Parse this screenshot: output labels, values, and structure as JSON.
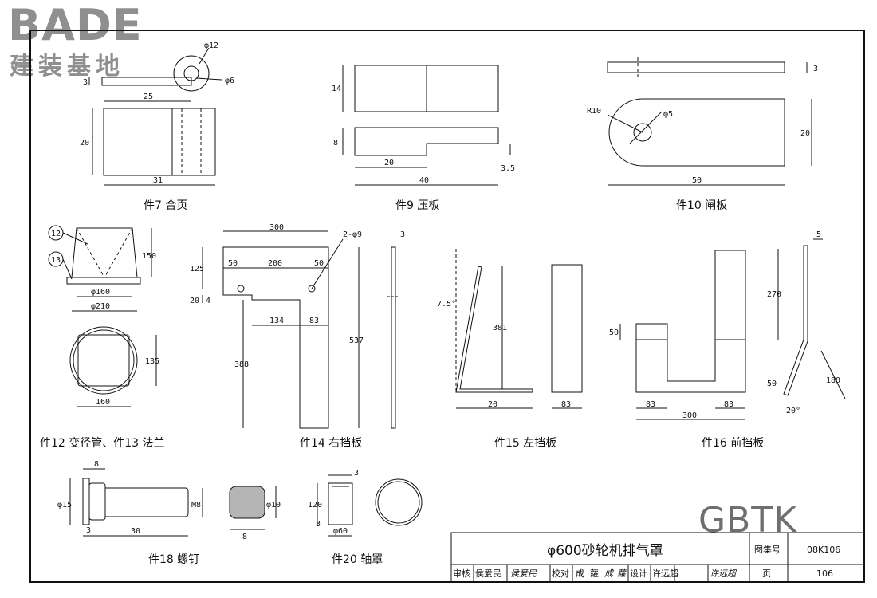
{
  "logo": {
    "main": "BADE",
    "sub": "建装基地"
  },
  "watermark": "GBTK",
  "parts": {
    "p7": {
      "caption": "件7 合页",
      "dims": [
        "φ12",
        "φ6",
        "3",
        "25",
        "20",
        "31"
      ]
    },
    "p9": {
      "caption": "件9 压板",
      "dims": [
        "14",
        "8",
        "20",
        "40",
        "3.5"
      ]
    },
    "p10": {
      "caption": "件10 闸板",
      "dims": [
        "3",
        "R10",
        "φ5",
        "20",
        "50"
      ]
    },
    "p12": {
      "caption": "件12 变径管、件13 法兰",
      "dims": [
        "12",
        "13",
        "150",
        "φ160",
        "φ210",
        "135",
        "160"
      ]
    },
    "p14": {
      "caption": "件14 右挡板",
      "dims": [
        "300",
        "2-φ9",
        "125",
        "50",
        "200",
        "50",
        "20",
        "4",
        "134",
        "83",
        "388",
        "537",
        "3"
      ]
    },
    "p15": {
      "caption": "件15 左挡板",
      "dims": [
        "7.5°",
        "381",
        "20",
        "83"
      ]
    },
    "p16": {
      "caption": "件16 前挡板",
      "dims": [
        "5",
        "270",
        "50",
        "83",
        "83",
        "300",
        "50",
        "180",
        "20°"
      ]
    },
    "p18": {
      "caption": "件18 螺钉",
      "dims": [
        "8",
        "φ15",
        "M8",
        "3",
        "30",
        "φ10",
        "8"
      ]
    },
    "p20": {
      "caption": "件20 轴罩",
      "dims": [
        "3",
        "120",
        "3",
        "φ60"
      ]
    }
  },
  "titleblock": {
    "title": "φ600砂轮机排气罩",
    "atlas_label": "图集号",
    "atlas_no": "08K106",
    "row": [
      "审核",
      "侯爱民",
      "侯爱民",
      "校对",
      "成",
      "蘿",
      "成",
      "蘿",
      "设计",
      "许远超",
      "许远超",
      "页"
    ],
    "page_no": "106"
  }
}
